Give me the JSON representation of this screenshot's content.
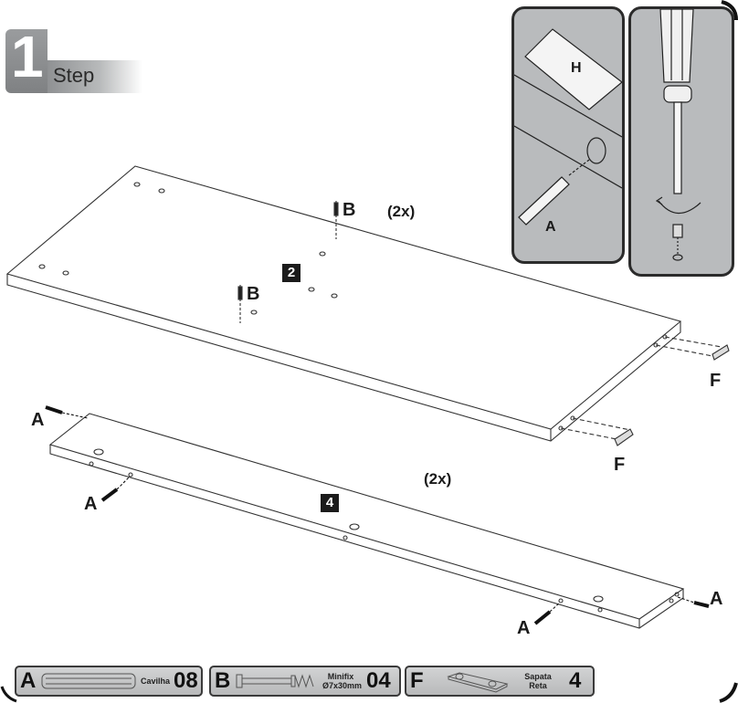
{
  "step": {
    "number": "1",
    "label": "Step"
  },
  "diagram": {
    "panel_part_number": "2",
    "panel_quantity": "(2x)",
    "rail_part_number": "4",
    "rail_quantity": "(2x)",
    "callouts": {
      "screw_b_1": "B",
      "screw_b_2": "B",
      "foot_f_1": "F",
      "foot_f_2": "F",
      "dowel_a_1": "A",
      "dowel_a_2": "A",
      "dowel_a_3": "A",
      "dowel_a_4": "A"
    }
  },
  "insets": {
    "glue": {
      "glue_label": "H",
      "dowel_label": "A"
    },
    "screwdriver": {
      "icon": "screwdriver-icon"
    }
  },
  "legend": [
    {
      "letter": "A",
      "name": "Cavilha",
      "name_line2": "",
      "count": "08",
      "icon": "dowel-icon"
    },
    {
      "letter": "B",
      "name": "Minifix",
      "name_line2": "Ø7x30mm",
      "count": "04",
      "icon": "minifix-screw-icon"
    },
    {
      "letter": "F",
      "name": "Sapata",
      "name_line2": "Reta",
      "count": "4",
      "icon": "foot-pad-icon"
    }
  ]
}
